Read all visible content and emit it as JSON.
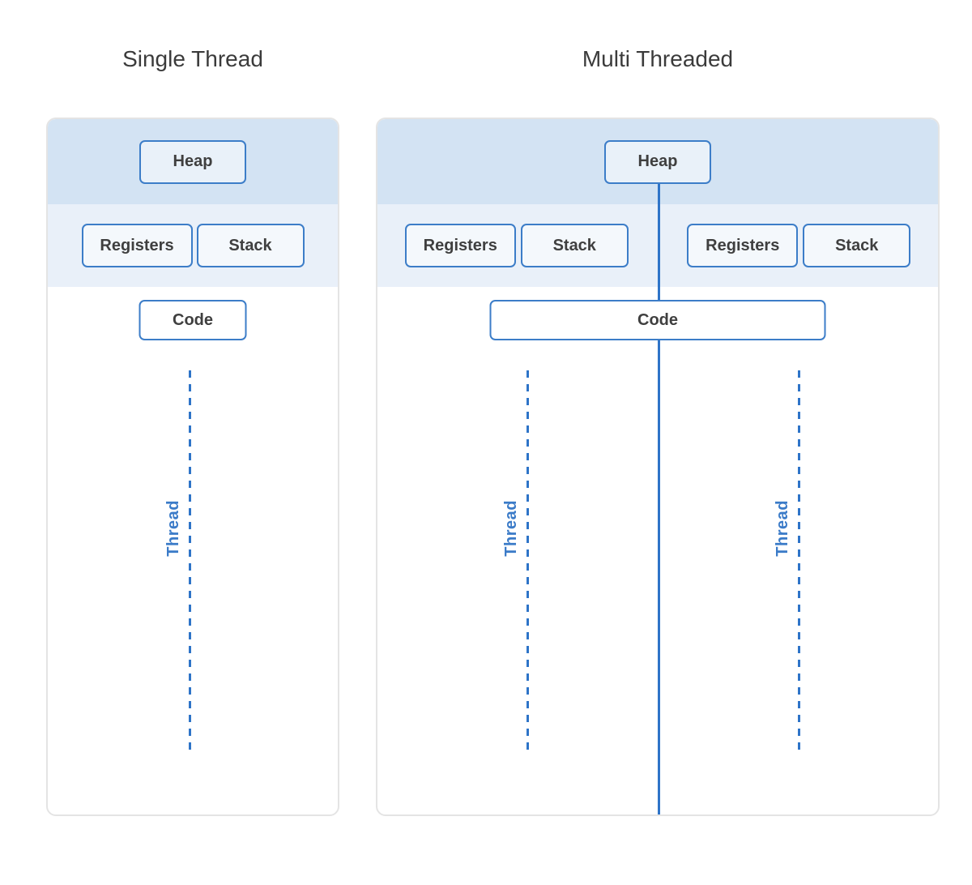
{
  "colors": {
    "accent_border_blue": "#3c7dc8",
    "line_blue": "#2e74c8",
    "thread_text_blue": "#3b7bc8",
    "band_top_blue": "#d3e3f3",
    "band_bottom_blue": "#e9f0f9",
    "title_text": "#3b3b3b",
    "box_text": "#3f3f3f",
    "panel_border": "#e4e4e4"
  },
  "left_panel": {
    "title": "Single Thread",
    "heap_label": "Heap",
    "registers_label": "Registers",
    "stack_label": "Stack",
    "code_label": "Code",
    "thread_label": "Thread"
  },
  "right_panel": {
    "title": "Multi Threaded",
    "heap_label": "Heap",
    "code_label": "Code",
    "thread1": {
      "registers_label": "Registers",
      "stack_label": "Stack",
      "thread_label": "Thread"
    },
    "thread2": {
      "registers_label": "Registers",
      "stack_label": "Stack",
      "thread_label": "Thread"
    }
  }
}
